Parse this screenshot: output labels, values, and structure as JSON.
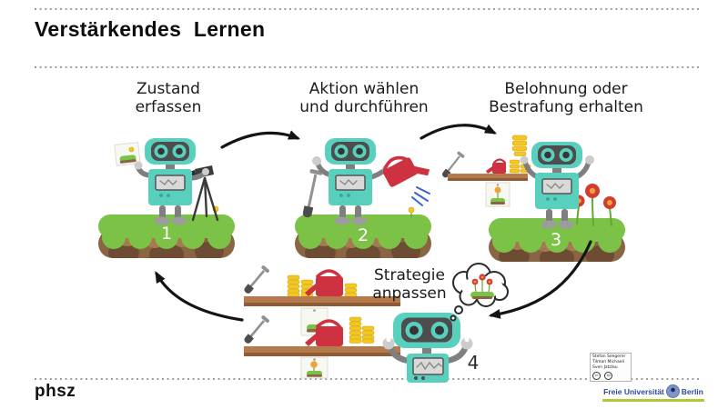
{
  "slide": {
    "title": "Verstärkendes Lernen",
    "steps": [
      {
        "number": "1",
        "line1": "Zustand",
        "line2": "erfassen"
      },
      {
        "number": "2",
        "line1": "Aktion wählen",
        "line2": "und durchführen"
      },
      {
        "number": "3",
        "line1": "Belohnung oder",
        "line2": "Bestrafung erhalten"
      },
      {
        "number": "4",
        "line1": "Strategie",
        "line2": "anpassen"
      }
    ]
  },
  "footer": {
    "left_logo": "phsz",
    "attribution": {
      "line1": "Stefan Seegerer",
      "line2": "Tilman Michaeli",
      "line3": "Sven Jatzlau",
      "license": "CC BY",
      "cc": "cc",
      "by": "by"
    },
    "university": {
      "name": "Freie Universität",
      "city": "Berlin"
    }
  },
  "icons": [
    "robot-icon",
    "grass-mound",
    "camera-tripod-icon",
    "photo-card-icon",
    "shovel-icon",
    "watering-can-icon",
    "coin-stack-icon",
    "flower-icon",
    "shelf-icon",
    "thought-bubble-icon",
    "arrow",
    "fu-seal-icon",
    "cc-icon",
    "by-icon"
  ],
  "colors": {
    "teal": "#58d0bd",
    "teal2": "#3aa896",
    "dark": "#4d4d4d",
    "dark2": "#353535",
    "gray": "#7f7f7f",
    "gray2": "#9c9c9c",
    "light_gray": "#cccccc",
    "screen": "#d9d9d9",
    "grass": "#7cc247",
    "stem": "#67a53a",
    "dirt": "#8a6544",
    "dirt_dark": "#6d4c33",
    "dirt_light": "#a57a52",
    "wood": "#b57a4b",
    "wood_dark": "#8f5c36",
    "red": "#ce3140",
    "coin": "#f2c71f",
    "coin_dark": "#d2a314",
    "flower_red": "#d23b30",
    "flower_center": "#efa23b",
    "water": "#3b62cc",
    "ink": "#141414",
    "dotted": "#8f8f8f",
    "fu_blue": "#2b4a9b",
    "fu_green": "#aec836",
    "text": "#1b1b1b"
  }
}
